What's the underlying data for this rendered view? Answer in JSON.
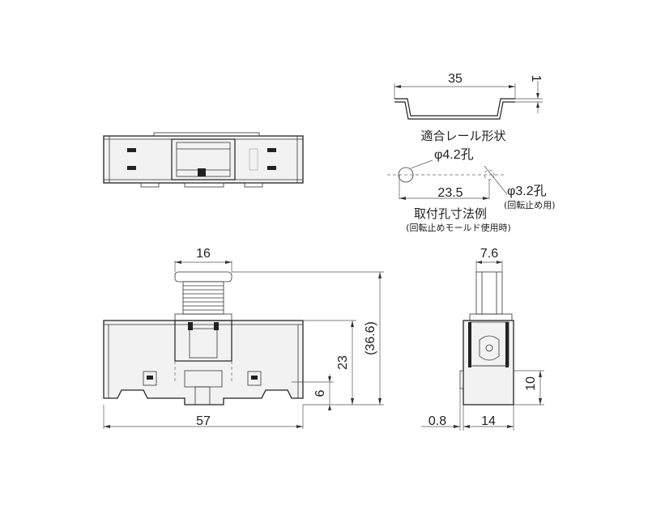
{
  "dimensions": {
    "rail_width": "35",
    "rail_thickness": "1",
    "hole_main": "φ4.2孔",
    "hole_spacing": "23.5",
    "hole_anti_rotation": "φ3.2孔",
    "pin_width": "16",
    "overall_height": "(36.6)",
    "body_height": "23",
    "rail_offset": "6",
    "body_width": "57",
    "knob_depth": "7.6",
    "side_height": "10",
    "side_offset": "0.8",
    "side_depth": "14"
  },
  "labels": {
    "rail_title": "適合レール形状",
    "anti_rotation_note": "(回転止め用)",
    "mounting_title": "取付孔寸法例",
    "mounting_note": "(回転止めモールド使用時)"
  },
  "colors": {
    "line": "#222222",
    "fill": "#f2f2f2"
  }
}
